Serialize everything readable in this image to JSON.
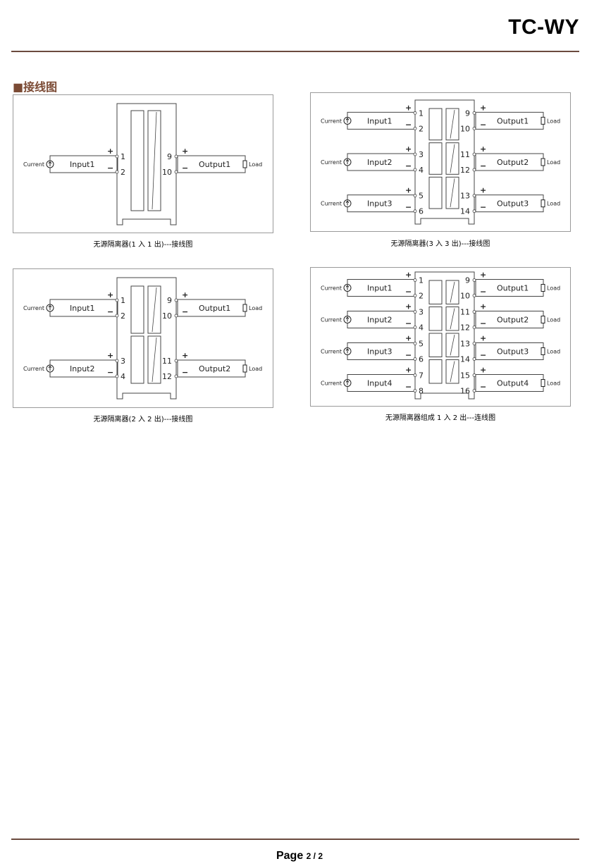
{
  "header": {
    "title": "TC-WY"
  },
  "section": {
    "heading": "■接线图"
  },
  "labels": {
    "current": "Current",
    "load": "Load",
    "plus": "+",
    "minus": "−"
  },
  "diagrams": [
    {
      "caption": "无源隔离器(1 入 1 出)---接线图",
      "channels": [
        {
          "input": "Input1",
          "output": "Output1",
          "in_terms": [
            "1",
            "2"
          ],
          "out_terms": [
            "9",
            "10"
          ]
        }
      ]
    },
    {
      "caption": "无源隔离器(3 入 3 出)---接线图",
      "channels": [
        {
          "input": "Input1",
          "output": "Output1",
          "in_terms": [
            "1",
            "2"
          ],
          "out_terms": [
            "9",
            "10"
          ]
        },
        {
          "input": "Input2",
          "output": "Output2",
          "in_terms": [
            "3",
            "4"
          ],
          "out_terms": [
            "11",
            "12"
          ]
        },
        {
          "input": "Input3",
          "output": "Output3",
          "in_terms": [
            "5",
            "6"
          ],
          "out_terms": [
            "13",
            "14"
          ]
        }
      ]
    },
    {
      "caption": "无源隔离器(2 入 2 出)---接线图",
      "channels": [
        {
          "input": "Input1",
          "output": "Output1",
          "in_terms": [
            "1",
            "2"
          ],
          "out_terms": [
            "9",
            "10"
          ]
        },
        {
          "input": "Input2",
          "output": "Output2",
          "in_terms": [
            "3",
            "4"
          ],
          "out_terms": [
            "11",
            "12"
          ]
        }
      ]
    },
    {
      "caption": "无源隔离器组成 1 入 2 出---连线图",
      "channels": [
        {
          "input": "Input1",
          "output": "Output1",
          "in_terms": [
            "1",
            "2"
          ],
          "out_terms": [
            "9",
            "10"
          ]
        },
        {
          "input": "Input2",
          "output": "Output2",
          "in_terms": [
            "3",
            "4"
          ],
          "out_terms": [
            "11",
            "12"
          ]
        },
        {
          "input": "Input3",
          "output": "Output3",
          "in_terms": [
            "5",
            "6"
          ],
          "out_terms": [
            "13",
            "14"
          ]
        },
        {
          "input": "Input4",
          "output": "Output4",
          "in_terms": [
            "7",
            "8"
          ],
          "out_terms": [
            "15",
            "16"
          ]
        }
      ]
    }
  ],
  "footer": {
    "page_label": "Page",
    "page_number": "2 / 2"
  }
}
